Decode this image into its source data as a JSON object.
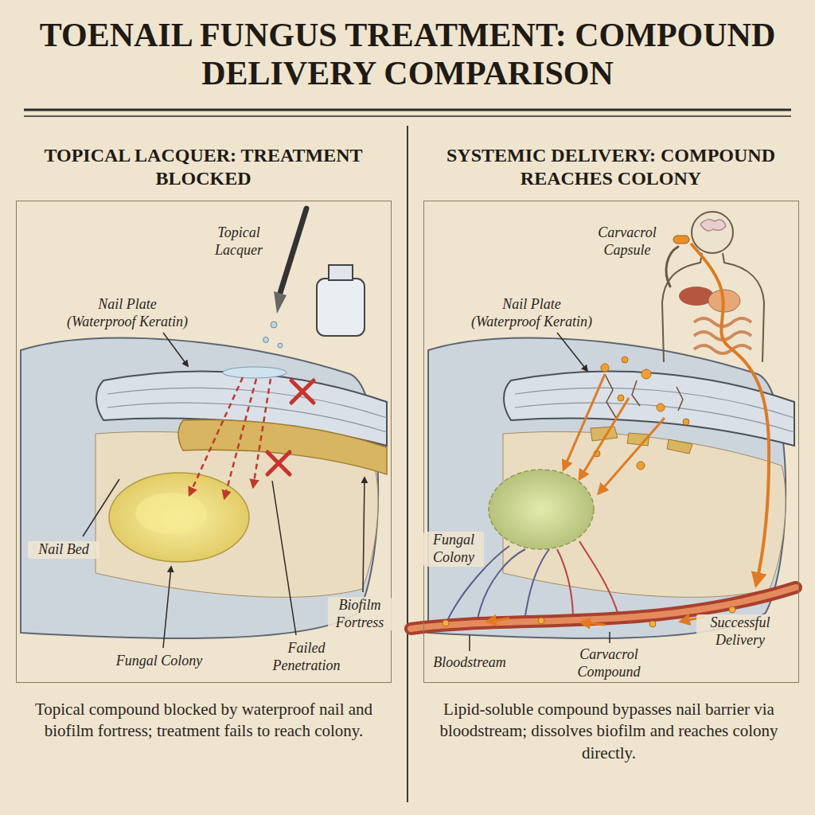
{
  "diagram": {
    "title": "TOENAIL FUNGUS TREATMENT: COMPOUND DELIVERY COMPARISON",
    "nodes": [
      {
        "text": [
          "TOPICAL LACQUER: TREATMENT BLOCKED"
        ]
      },
      {
        "text": [
          "SYSTEMIC DELIVERY: COMPOUND REACHES COLONY"
        ]
      }
    ],
    "labels": [
      "Topical Lacquer",
      "Nail Plate (Waterproof Keratin)",
      "Nail Bed",
      "Fungal Colony",
      "Biofilm Fortress",
      "Failed Penetration",
      "Topical compound blocked by waterproof nail and biofilm fortress; treatment fails to reach colony.",
      "Carvacrol Capsule",
      "Nail Plate (Waterproof Keratin)",
      "Fungal Colony",
      "Successful Delivery",
      "Bloodstream",
      "Carvacrol Compound",
      "Lipid-soluble compound bypasses nail barrier via bloodstream; dissolves biofilm and reaches colony directly."
    ]
  }
}
